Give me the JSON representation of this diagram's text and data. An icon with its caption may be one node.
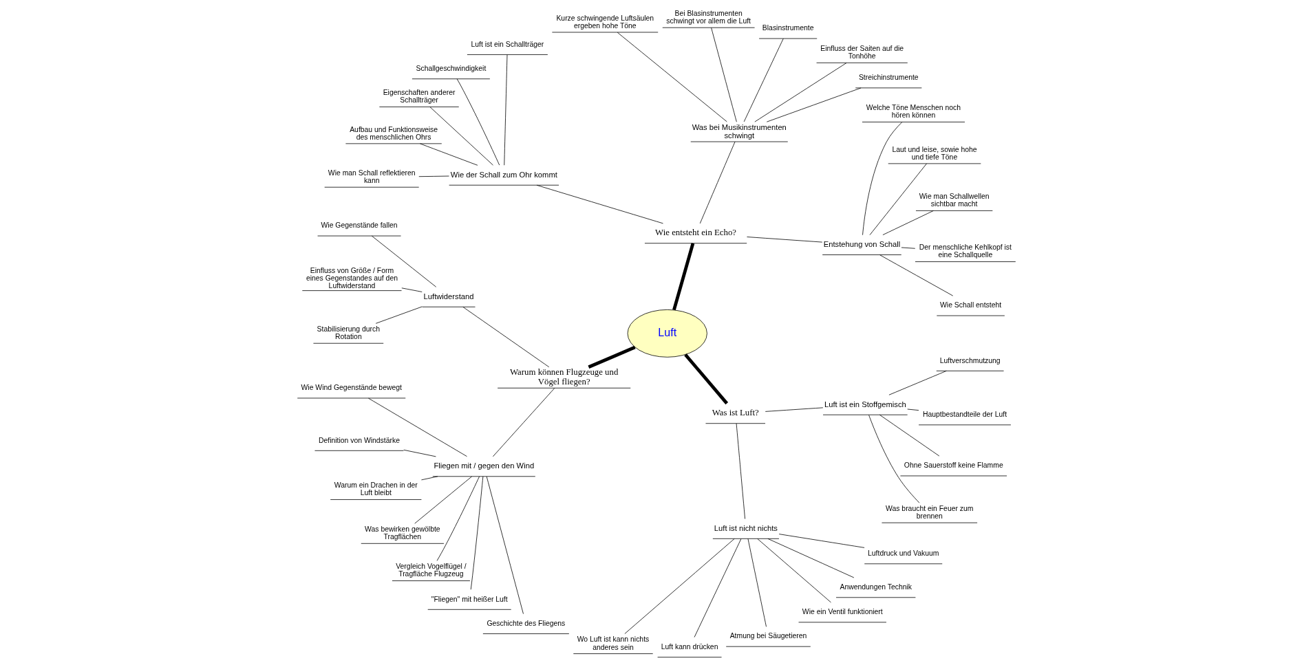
{
  "diagram": {
    "nodes": [
      {
        "text": [
          "Luft"
        ]
      },
      {
        "text": [
          "Wie entsteht ein Echo?"
        ]
      },
      {
        "text": [
          "Entstehung von Schall"
        ]
      },
      {
        "text": [
          "Wie Schall entsteht"
        ]
      },
      {
        "text": [
          "Der menschliche Kehlkopf ist eine Schallquelle"
        ]
      },
      {
        "text": [
          "Wie man Schallwellen sichtbar macht"
        ]
      },
      {
        "text": [
          "Laut und leise, sowie hohe und tiefe Töne"
        ]
      },
      {
        "text": [
          "Welche Töne Menschen noch hören können"
        ]
      },
      {
        "text": [
          "Was bei Musikinstrumenten schwingt"
        ]
      },
      {
        "text": [
          "Streichinstrumente"
        ]
      },
      {
        "text": [
          "Einfluss der Saiten auf die Tonhöhe"
        ]
      },
      {
        "text": [
          "Blasinstrumente"
        ]
      },
      {
        "text": [
          "Bei Blasinstrumenten schwingt vor allem die Luft"
        ]
      },
      {
        "text": [
          "Kurze schwingende Luftsäulen ergeben hohe Töne"
        ]
      },
      {
        "text": [
          "Wie der Schall zum Ohr kommt"
        ]
      },
      {
        "text": [
          "Luft ist ein Schallträger"
        ]
      },
      {
        "text": [
          "Schallgeschwindigkeit"
        ]
      },
      {
        "text": [
          "Eigenschaften anderer Schallträger"
        ]
      },
      {
        "text": [
          "Aufbau und Funktionsweise des menschlichen Ohrs"
        ]
      },
      {
        "text": [
          "Wie man Schall reflektieren kann"
        ]
      },
      {
        "text": [
          "Warum können Flugzeuge und Vögel fliegen?"
        ]
      },
      {
        "text": [
          "Luftwiderstand"
        ]
      },
      {
        "text": [
          "Wie Gegenstände fallen"
        ]
      },
      {
        "text": [
          "Einfluss von Größe / Form eines Gegenstandes auf den Luftwiderstand"
        ]
      },
      {
        "text": [
          "Stabilisierung durch Rotation"
        ]
      },
      {
        "text": [
          "Fliegen mit / gegen den Wind"
        ]
      },
      {
        "text": [
          "Wie Wind Gegenstände bewegt"
        ]
      },
      {
        "text": [
          "Definition von Windstärke"
        ]
      },
      {
        "text": [
          "Warum ein Drachen in der Luft bleibt"
        ]
      },
      {
        "text": [
          "Was bewirken gewölbte Tragflächen"
        ]
      },
      {
        "text": [
          "Vergleich Vogelflügel / Tragfläche Flugzeug"
        ]
      },
      {
        "text": [
          "\"Fliegen\" mit heißer Luft"
        ]
      },
      {
        "text": [
          "Geschichte des Fliegens"
        ]
      },
      {
        "text": [
          "Was ist Luft?"
        ]
      },
      {
        "text": [
          "Luft ist nicht nichts"
        ]
      },
      {
        "text": [
          "Wo Luft ist kann nichts anderes sein"
        ]
      },
      {
        "text": [
          "Luft kann drücken"
        ]
      },
      {
        "text": [
          "Atmung bei Säugetieren"
        ]
      },
      {
        "text": [
          "Wie ein Ventil funktioniert"
        ]
      },
      {
        "text": [
          "Anwendungen Technik"
        ]
      },
      {
        "text": [
          "Luftdruck und Vakuum"
        ]
      },
      {
        "text": [
          "Luft ist ein Stoffgemisch"
        ]
      },
      {
        "text": [
          "Was braucht ein Feuer zum brennen"
        ]
      },
      {
        "text": [
          "Ohne Sauerstoff keine Flamme"
        ]
      },
      {
        "text": [
          "Hauptbestandteile der Luft"
        ]
      },
      {
        "text": [
          "Luftverschmutzung"
        ]
      }
    ],
    "edges": [
      {
        "from": 0,
        "to": 1,
        "arrow": "none",
        "style": "thick"
      },
      {
        "from": 1,
        "to": 2,
        "arrow": "none"
      },
      {
        "from": 2,
        "to": 3,
        "arrow": "none"
      },
      {
        "from": 2,
        "to": 4,
        "arrow": "none"
      },
      {
        "from": 2,
        "to": 5,
        "arrow": "none"
      },
      {
        "from": 2,
        "to": 6,
        "arrow": "none"
      },
      {
        "from": 2,
        "to": 7,
        "arrow": "none"
      },
      {
        "from": 1,
        "to": 8,
        "arrow": "none"
      },
      {
        "from": 8,
        "to": 9,
        "arrow": "none"
      },
      {
        "from": 8,
        "to": 10,
        "arrow": "none"
      },
      {
        "from": 8,
        "to": 11,
        "arrow": "none"
      },
      {
        "from": 8,
        "to": 12,
        "arrow": "none"
      },
      {
        "from": 8,
        "to": 13,
        "arrow": "none"
      },
      {
        "from": 1,
        "to": 14,
        "arrow": "none"
      },
      {
        "from": 14,
        "to": 15,
        "arrow": "none"
      },
      {
        "from": 14,
        "to": 16,
        "arrow": "none"
      },
      {
        "from": 14,
        "to": 17,
        "arrow": "none"
      },
      {
        "from": 14,
        "to": 18,
        "arrow": "none"
      },
      {
        "from": 14,
        "to": 19,
        "arrow": "none"
      },
      {
        "from": 0,
        "to": 20,
        "arrow": "none",
        "style": "thick"
      },
      {
        "from": 20,
        "to": 21,
        "arrow": "none"
      },
      {
        "from": 21,
        "to": 22,
        "arrow": "none"
      },
      {
        "from": 21,
        "to": 23,
        "arrow": "none"
      },
      {
        "from": 21,
        "to": 24,
        "arrow": "none"
      },
      {
        "from": 20,
        "to": 25,
        "arrow": "none"
      },
      {
        "from": 25,
        "to": 26,
        "arrow": "none"
      },
      {
        "from": 25,
        "to": 27,
        "arrow": "none"
      },
      {
        "from": 25,
        "to": 28,
        "arrow": "none"
      },
      {
        "from": 25,
        "to": 29,
        "arrow": "none"
      },
      {
        "from": 25,
        "to": 30,
        "arrow": "none"
      },
      {
        "from": 25,
        "to": 31,
        "arrow": "none"
      },
      {
        "from": 25,
        "to": 32,
        "arrow": "none"
      },
      {
        "from": 0,
        "to": 33,
        "arrow": "none",
        "style": "thick"
      },
      {
        "from": 33,
        "to": 34,
        "arrow": "none"
      },
      {
        "from": 34,
        "to": 35,
        "arrow": "none"
      },
      {
        "from": 34,
        "to": 36,
        "arrow": "none"
      },
      {
        "from": 34,
        "to": 37,
        "arrow": "none"
      },
      {
        "from": 34,
        "to": 38,
        "arrow": "none"
      },
      {
        "from": 34,
        "to": 39,
        "arrow": "none"
      },
      {
        "from": 34,
        "to": 40,
        "arrow": "none"
      },
      {
        "from": 33,
        "to": 41,
        "arrow": "none"
      },
      {
        "from": 41,
        "to": 42,
        "arrow": "none"
      },
      {
        "from": 41,
        "to": 43,
        "arrow": "none"
      },
      {
        "from": 41,
        "to": 44,
        "arrow": "none"
      },
      {
        "from": 41,
        "to": 45,
        "arrow": "none"
      }
    ]
  }
}
